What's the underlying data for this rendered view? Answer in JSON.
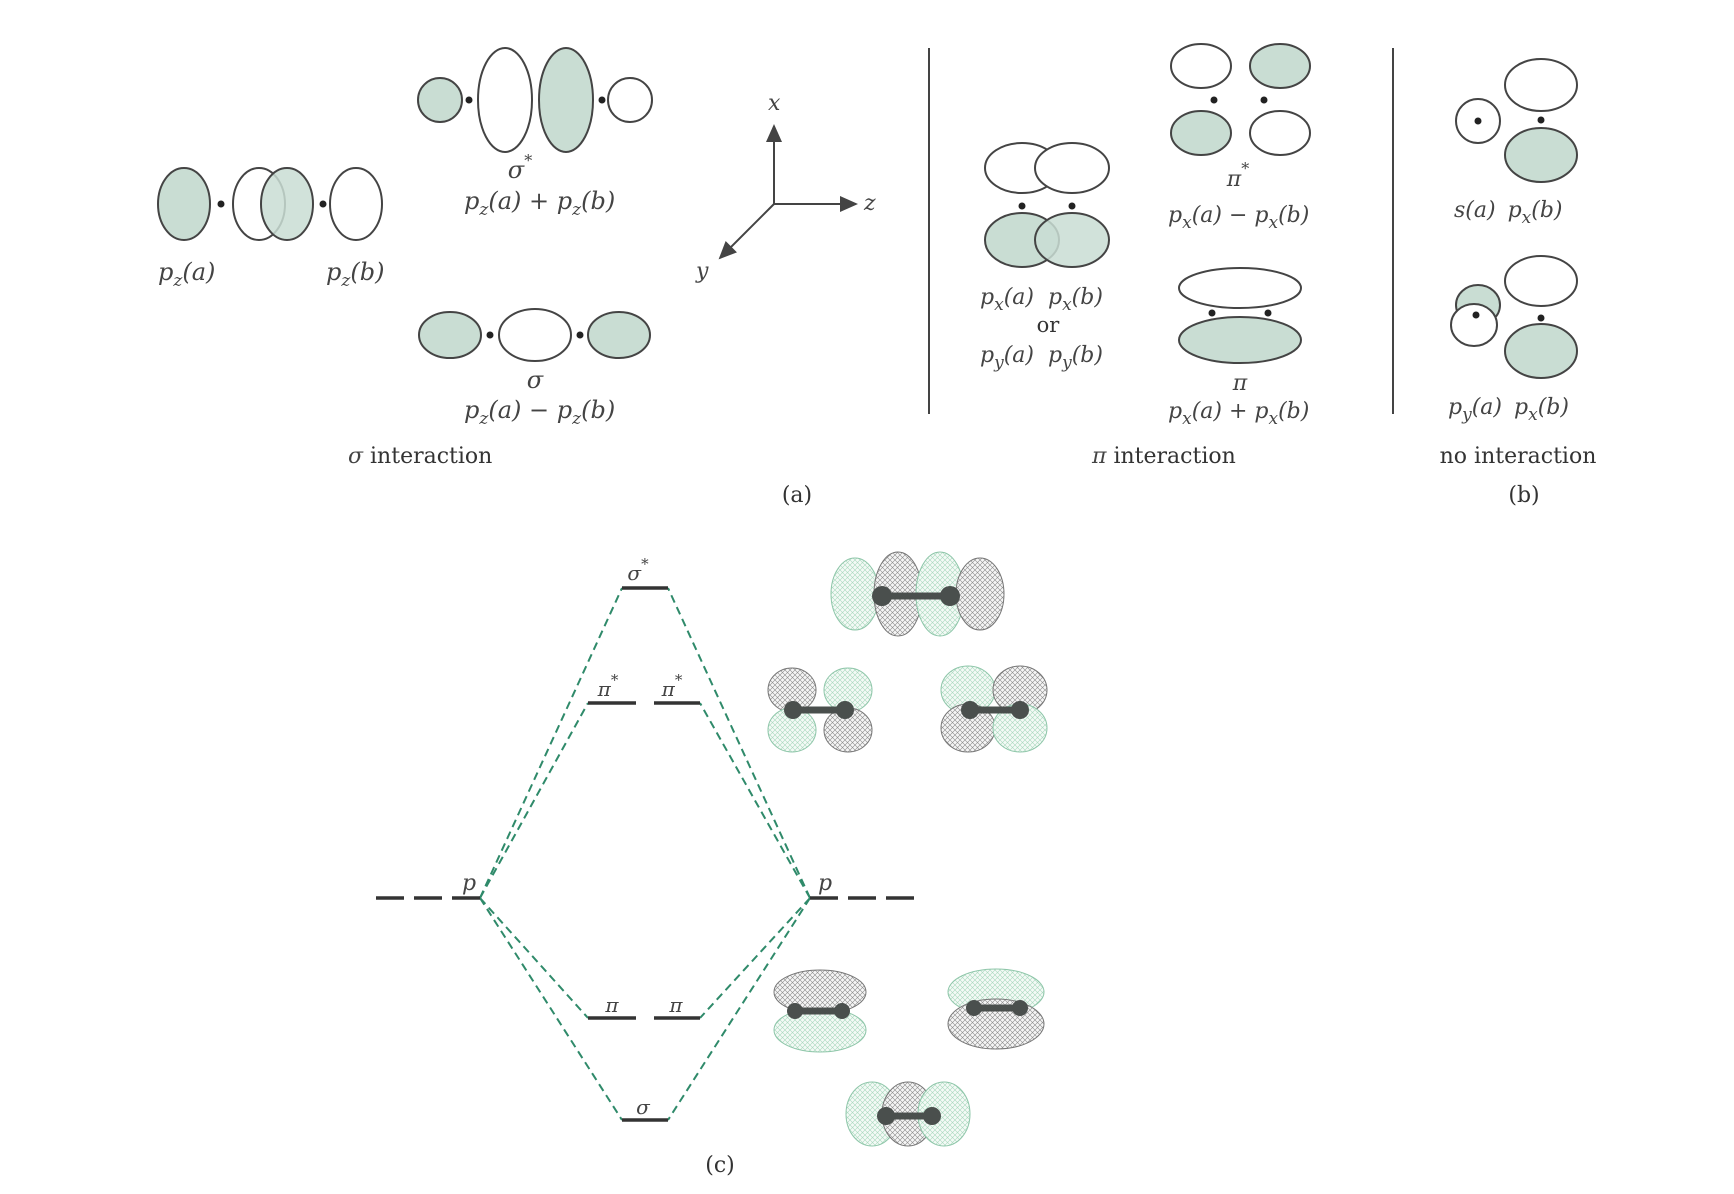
{
  "panel_a": {
    "sigma": {
      "pz_a": "p",
      "pz_a_sub": "z",
      "pz_a_arg": "(a)",
      "pz_b": "p",
      "pz_b_sub": "z",
      "pz_b_arg": "(b)",
      "sigma_star_symbol": "σ",
      "sigma_star_mark": "*",
      "sigma_star_formula_parts": [
        "p",
        "z",
        "(a) + ",
        "p",
        "z",
        "(b)"
      ],
      "sigma_symbol": "σ",
      "sigma_formula_parts": [
        "p",
        "z",
        "(a) − ",
        "p",
        "z",
        "(b)"
      ],
      "caption_symbol": "σ",
      "caption_text": " interaction"
    },
    "axes": {
      "x": "x",
      "y": "y",
      "z": "z"
    },
    "pi": {
      "pair_label_1": [
        "p",
        "x",
        "(a)",
        "p",
        "x",
        "(b)"
      ],
      "or_text": "or",
      "pair_label_2": [
        "p",
        "y",
        "(a)",
        "p",
        "y",
        "(b)"
      ],
      "pi_star_symbol": "π",
      "pi_star_mark": "*",
      "pi_star_formula_parts": [
        "p",
        "x",
        "(a) − ",
        "p",
        "x",
        "(b)"
      ],
      "pi_symbol": "π",
      "pi_formula_parts": [
        "p",
        "x",
        "(a) + ",
        "p",
        "x",
        "(b)"
      ],
      "caption_symbol": "π",
      "caption_text": " interaction"
    },
    "caption": "(a)"
  },
  "panel_b": {
    "label_1": [
      "s(a)",
      "p",
      "x",
      "(b)"
    ],
    "label_2": [
      "p",
      "y",
      "(a)",
      "p",
      "x",
      "(b)"
    ],
    "caption_text": "no interaction",
    "caption": "(b)"
  },
  "panel_c": {
    "levels": {
      "sigma_star": "σ",
      "sigma_star_mark": "*",
      "pi_star_1": "π",
      "pi_star_2": "π",
      "pi_star_mark": "*",
      "p_left": "p",
      "p_right": "p",
      "pi_1": "π",
      "pi_2": "π",
      "sigma": "σ"
    },
    "caption": "(c)"
  },
  "colors": {
    "orbital_fill": "#c9ddd3",
    "outline": "#444444",
    "correlation_line": "#2f8a6a"
  }
}
